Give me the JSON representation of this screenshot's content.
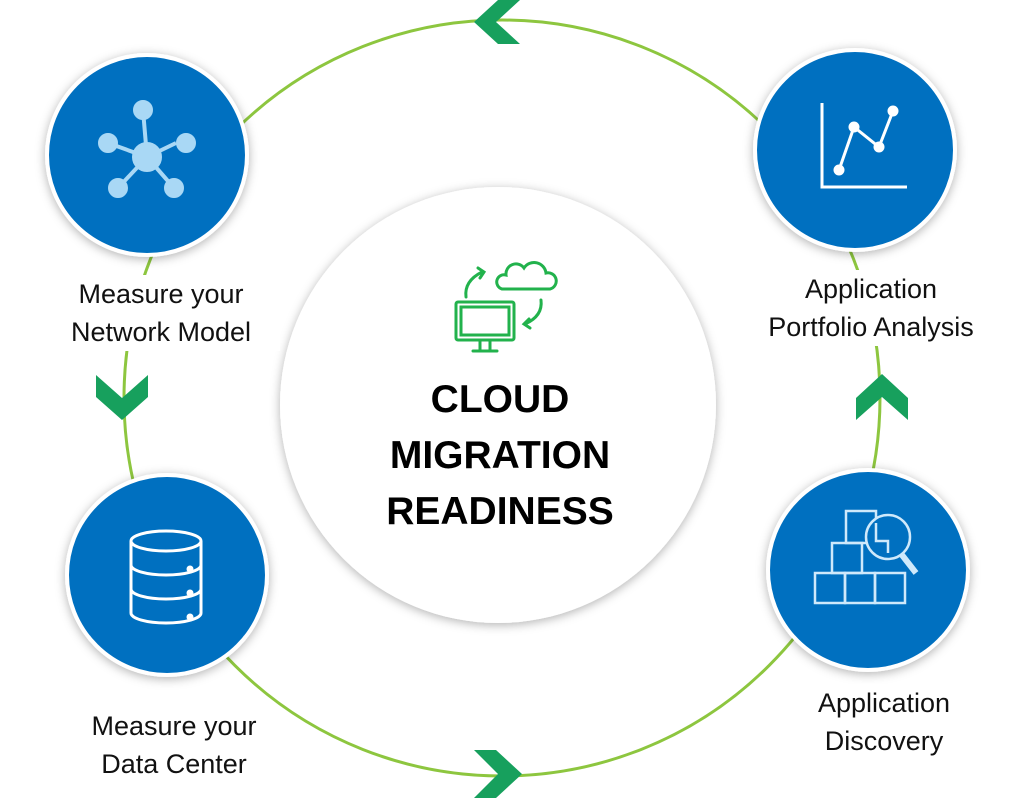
{
  "center": {
    "title_lines": [
      "CLOUD",
      "MIGRATION",
      "READINESS"
    ],
    "icon": "cloud-computer-sync-icon"
  },
  "steps": [
    {
      "label_lines": [
        "Measure your",
        "Network Model"
      ],
      "icon": "network-hub-icon"
    },
    {
      "label_lines": [
        "Application",
        "Portfolio Analysis"
      ],
      "icon": "line-chart-icon"
    },
    {
      "label_lines": [
        "Application",
        "Discovery"
      ],
      "icon": "boxes-magnifier-icon"
    },
    {
      "label_lines": [
        "Measure your",
        "Data Center"
      ],
      "icon": "database-icon"
    }
  ],
  "colors": {
    "blue": "#0070c0",
    "ring": "#8dc63f",
    "arrow": "#17a05d",
    "center_icon": "#22b24c"
  }
}
